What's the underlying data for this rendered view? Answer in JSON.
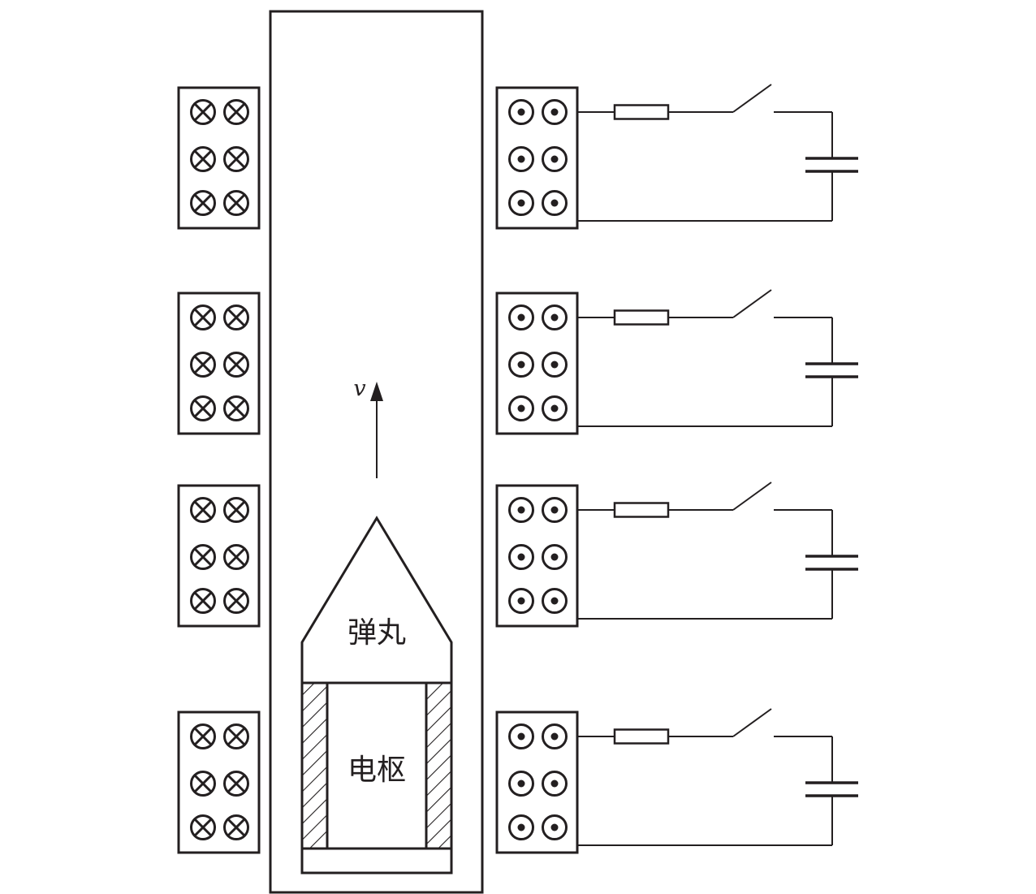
{
  "diagram": {
    "velocity_label": "v",
    "projectile_label": "弹丸",
    "armature_label": "电枢",
    "coil_count": 4,
    "symbols": {
      "left_coil_symbol": "cross-in-circle-icon",
      "right_coil_symbol": "dot-in-circle-icon",
      "stage_components": [
        "resistor-icon",
        "switch-icon",
        "capacitor-icon"
      ]
    },
    "colors": {
      "stroke": "#231f20",
      "background": "#ffffff"
    }
  }
}
